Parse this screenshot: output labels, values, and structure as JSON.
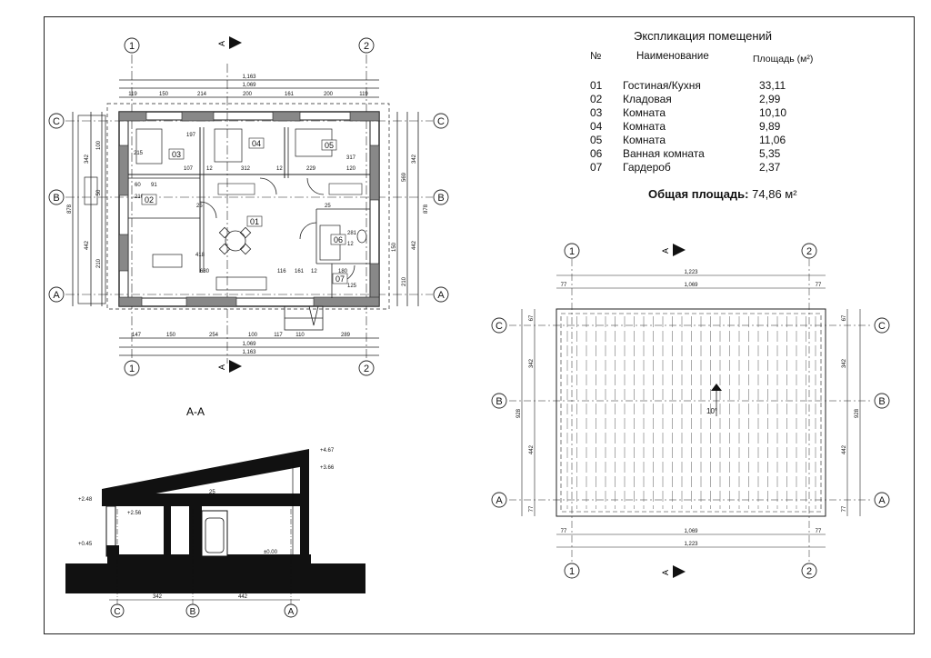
{
  "explication": {
    "title": "Экспликация помещений",
    "col_no": "№",
    "col_name": "Наименование",
    "col_area": "Площадь (м²)",
    "rows": [
      {
        "no": "01",
        "name": "Гостиная/Кухня",
        "area": "33,11"
      },
      {
        "no": "02",
        "name": "Кладовая",
        "area": "2,99"
      },
      {
        "no": "03",
        "name": "Комната",
        "area": "10,10"
      },
      {
        "no": "04",
        "name": "Комната",
        "area": "9,89"
      },
      {
        "no": "05",
        "name": "Комната",
        "area": "11,06"
      },
      {
        "no": "06",
        "name": "Ванная комната",
        "area": "5,35"
      },
      {
        "no": "07",
        "name": "Гардероб",
        "area": "2,37"
      }
    ],
    "total_label": "Общая площадь:",
    "total_value": "74,86 м²"
  },
  "axes": {
    "one": "1",
    "two": "2",
    "a": "A",
    "b": "B",
    "c": "C"
  },
  "section_marker": "A",
  "section_title": "А-А",
  "plan": {
    "dims_top_total": "1,163",
    "dims_top_inner": "1,069",
    "dims_top": [
      "119",
      "150",
      "214",
      "200",
      "161",
      "200",
      "119"
    ],
    "dims_bottom": [
      "147",
      "150",
      "254",
      "100",
      "117",
      "110",
      "289"
    ],
    "dims_bottom_inner": "1,069",
    "dims_bottom_total": "1,163",
    "dims_left": [
      "342",
      "442",
      "50",
      "100",
      "210"
    ],
    "dims_left_total": "878",
    "dims_right": [
      "342",
      "442",
      "210",
      "569",
      "150"
    ],
    "dims_right_total": "878",
    "room_labels": [
      "03",
      "04",
      "05",
      "02",
      "01",
      "06",
      "07"
    ],
    "inner_dims": [
      "197",
      "107",
      "12",
      "312",
      "12",
      "229",
      "317",
      "120",
      "215",
      "60",
      "91",
      "210",
      "25",
      "418",
      "680",
      "161",
      "12",
      "180",
      "281",
      "125",
      "116",
      "25",
      "12"
    ]
  },
  "roof": {
    "dims_top_total": "1,223",
    "dims_top": [
      "77",
      "1,069",
      "77"
    ],
    "dims_bottom": [
      "77",
      "1,069",
      "77"
    ],
    "dims_bottom_total": "1,223",
    "dims_left": [
      "67",
      "342",
      "442",
      "77"
    ],
    "dims_left_total": "928",
    "dims_right": [
      "67",
      "342",
      "442",
      "77"
    ],
    "dims_right_total": "928",
    "slope": "10°"
  },
  "section": {
    "levels": [
      "+4.67",
      "+3.66",
      "+2.56",
      "+2.48",
      "+0.45",
      "±0.00",
      "25"
    ],
    "dims": [
      "342",
      "442"
    ]
  }
}
